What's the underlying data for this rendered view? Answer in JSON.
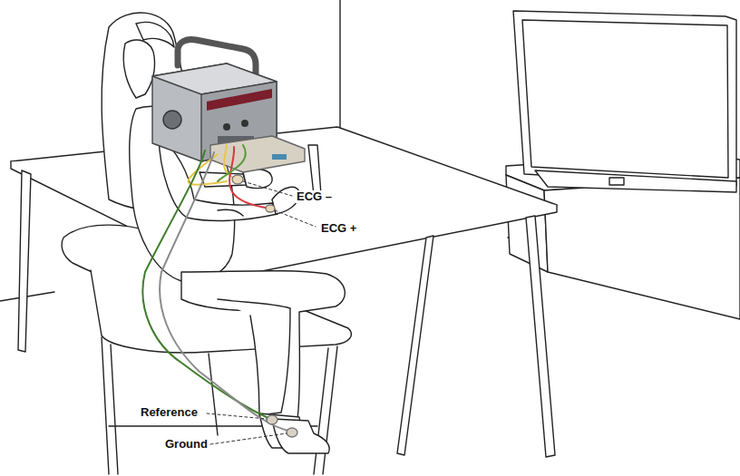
{
  "diagram": {
    "labels": [
      "ECG –",
      "ECG +",
      "Reference",
      "Ground"
    ]
  }
}
